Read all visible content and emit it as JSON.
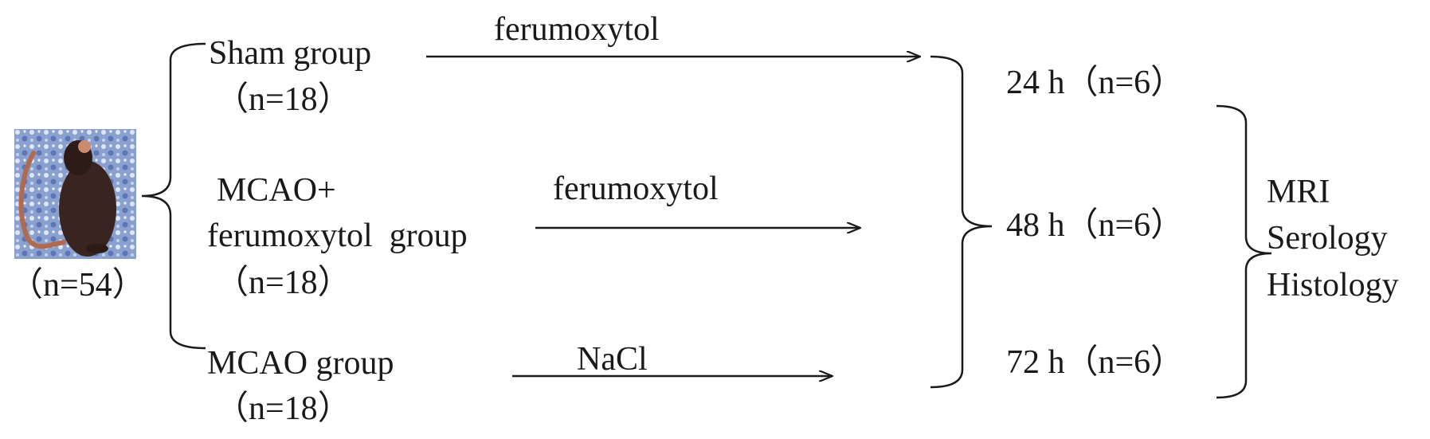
{
  "source": {
    "count": "（n=54）"
  },
  "groups": [
    {
      "label": "Sham group",
      "count": "（n=18）",
      "treatment": "ferumoxytol"
    },
    {
      "label_line1": "MCAO+",
      "label_line2": "ferumoxytol  group",
      "count": "（n=18）",
      "treatment": "ferumoxytol"
    },
    {
      "label": "MCAO group",
      "count": "（n=18）",
      "treatment": "NaCl"
    }
  ],
  "timepoints": [
    "24 h（n=6）",
    "48 h（n=6）",
    "72 h（n=6）"
  ],
  "outcomes": [
    "MRI",
    "Serology",
    "Histology"
  ],
  "colors": {
    "ink": "#1a1a1a",
    "background": "#ffffff",
    "photo_bg": "#7f95c8",
    "mouse_fur": "#3a2420"
  }
}
